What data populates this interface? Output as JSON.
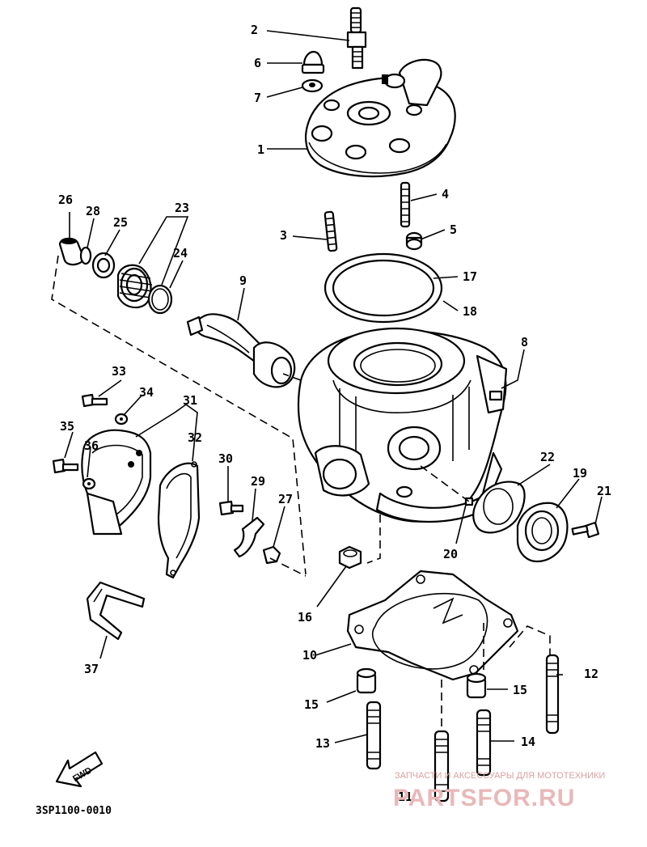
{
  "diagram_code": "3SP1100-0010",
  "fwd_label": "FWD",
  "watermark": {
    "tagline": "ЗАПЧАСТИ И АКСЕССУАРЫ ДЛЯ МОТОТЕХНИКИ",
    "brand": "PARTSFOR.RU"
  },
  "callouts": [
    {
      "id": "1",
      "label": "1"
    },
    {
      "id": "2",
      "label": "2"
    },
    {
      "id": "3",
      "label": "3"
    },
    {
      "id": "4",
      "label": "4"
    },
    {
      "id": "5",
      "label": "5"
    },
    {
      "id": "6",
      "label": "6"
    },
    {
      "id": "7",
      "label": "7"
    },
    {
      "id": "8",
      "label": "8"
    },
    {
      "id": "9",
      "label": "9"
    },
    {
      "id": "10",
      "label": "10"
    },
    {
      "id": "11",
      "label": "11"
    },
    {
      "id": "12",
      "label": "12"
    },
    {
      "id": "13",
      "label": "13"
    },
    {
      "id": "14",
      "label": "14"
    },
    {
      "id": "15a",
      "label": "15"
    },
    {
      "id": "15b",
      "label": "15"
    },
    {
      "id": "16",
      "label": "16"
    },
    {
      "id": "17",
      "label": "17"
    },
    {
      "id": "18",
      "label": "18"
    },
    {
      "id": "19",
      "label": "19"
    },
    {
      "id": "20",
      "label": "20"
    },
    {
      "id": "21",
      "label": "21"
    },
    {
      "id": "22",
      "label": "22"
    },
    {
      "id": "23",
      "label": "23"
    },
    {
      "id": "24",
      "label": "24"
    },
    {
      "id": "25",
      "label": "25"
    },
    {
      "id": "26",
      "label": "26"
    },
    {
      "id": "27",
      "label": "27"
    },
    {
      "id": "28",
      "label": "28"
    },
    {
      "id": "29",
      "label": "29"
    },
    {
      "id": "30",
      "label": "30"
    },
    {
      "id": "31",
      "label": "31"
    },
    {
      "id": "32",
      "label": "32"
    },
    {
      "id": "33",
      "label": "33"
    },
    {
      "id": "34",
      "label": "34"
    },
    {
      "id": "35",
      "label": "35"
    },
    {
      "id": "36",
      "label": "36"
    },
    {
      "id": "37",
      "label": "37"
    }
  ]
}
